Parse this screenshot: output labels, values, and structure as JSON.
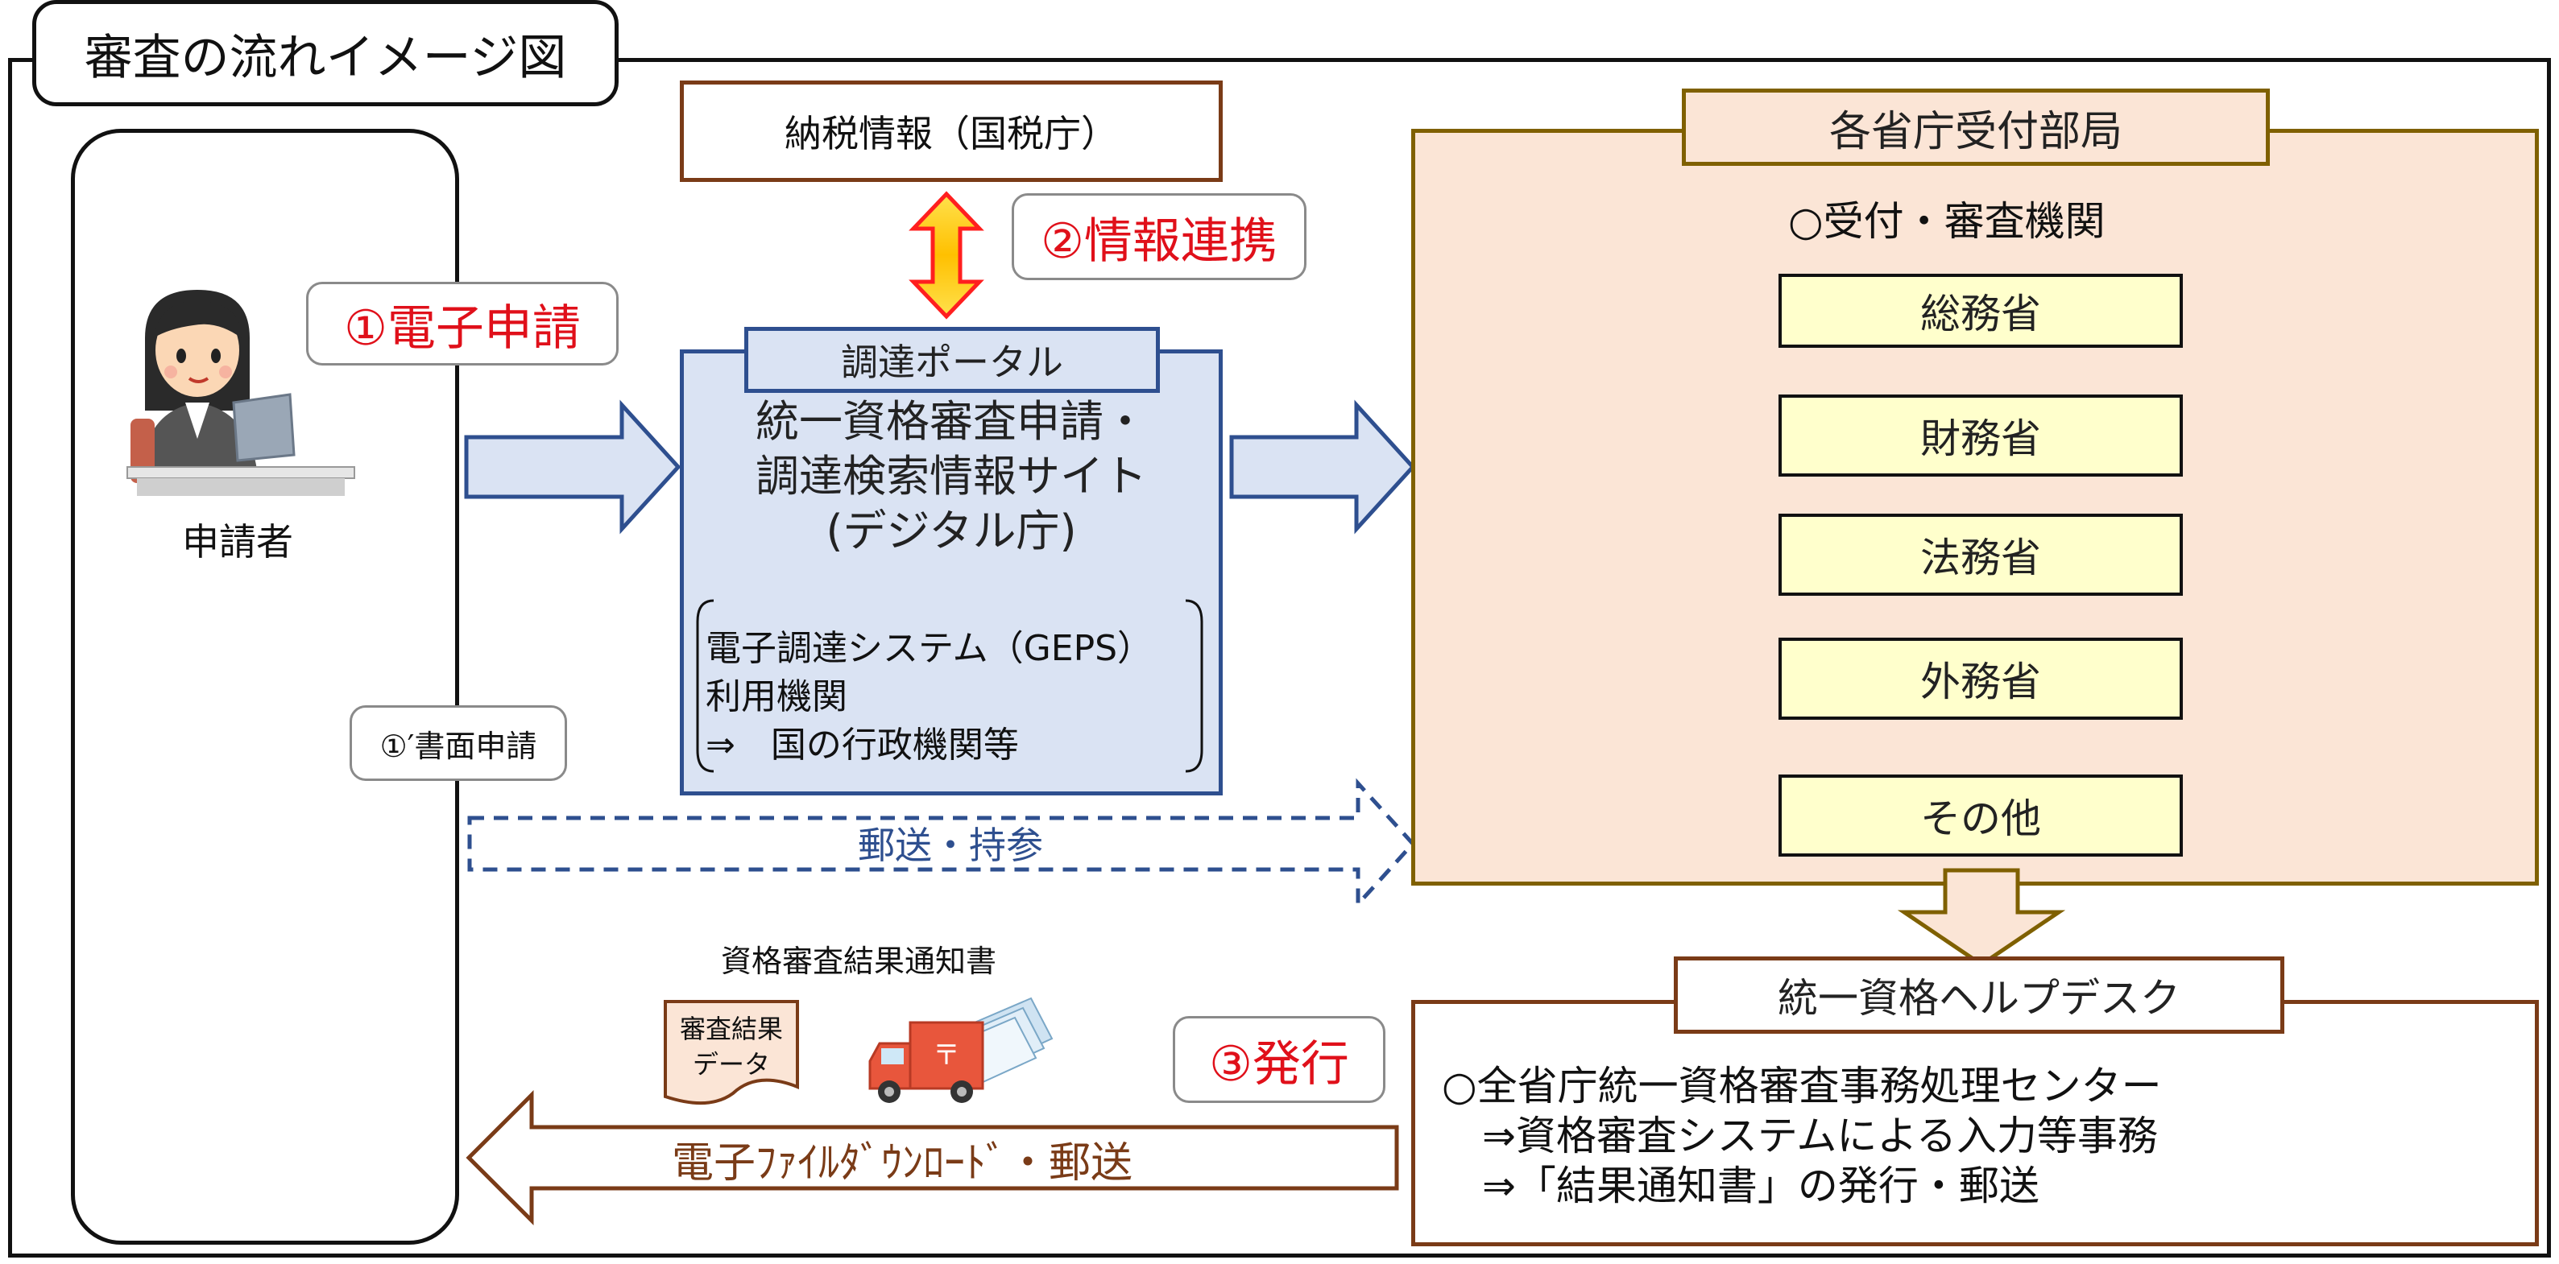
{
  "title": "審査の流れイメージ図",
  "applicant": {
    "label": "申請者"
  },
  "steps": {
    "step1": "①電子申請",
    "step1_paper": "①′書面申請",
    "step2": "②情報連携",
    "step3": "③発行"
  },
  "nta": {
    "label": "納税情報（国税庁）"
  },
  "portal": {
    "tab": "調達ポータル",
    "title_lines": [
      "統一資格審査申請・",
      "調達検索情報サイト",
      "(デジタル庁)"
    ],
    "geps_lines": [
      "電子調達システム（GEPS）",
      "利用機関",
      "⇒　国の行政機関等"
    ]
  },
  "post": {
    "label": "郵送・持参"
  },
  "ministries": {
    "header": "各省庁受付部局",
    "subtitle": "○受付・審査機関",
    "items": [
      "総務省",
      "財務省",
      "法務省",
      "外務省",
      "その他"
    ]
  },
  "helpdesk": {
    "header": "統一資格ヘルプデスク",
    "lines": [
      "○全省庁統一資格審査事務処理センター",
      "　⇒資格審査システムによる入力等事務",
      "　⇒「結果通知書」の発行・郵送"
    ]
  },
  "result": {
    "title": "資格審査結果通知書",
    "doc_lines": [
      "審査結果",
      "データ"
    ],
    "download": "電子ﾌｧｲﾙﾀﾞｳﾝﾛｰﾄﾞ・郵送"
  },
  "colors": {
    "arrow_blue": "#2e4f8f",
    "arrow_fill": "#dae3f3",
    "red_text": "#e0101a",
    "brown": "#7a3b17",
    "olive": "#7f6000",
    "peach": "#fbe5d6",
    "yellow": "#ffffcc",
    "truck_red": "#e8563c"
  },
  "icons": [
    "woman-at-laptop-icon",
    "document-icon",
    "delivery-truck-icon",
    "double-arrow-icon"
  ]
}
